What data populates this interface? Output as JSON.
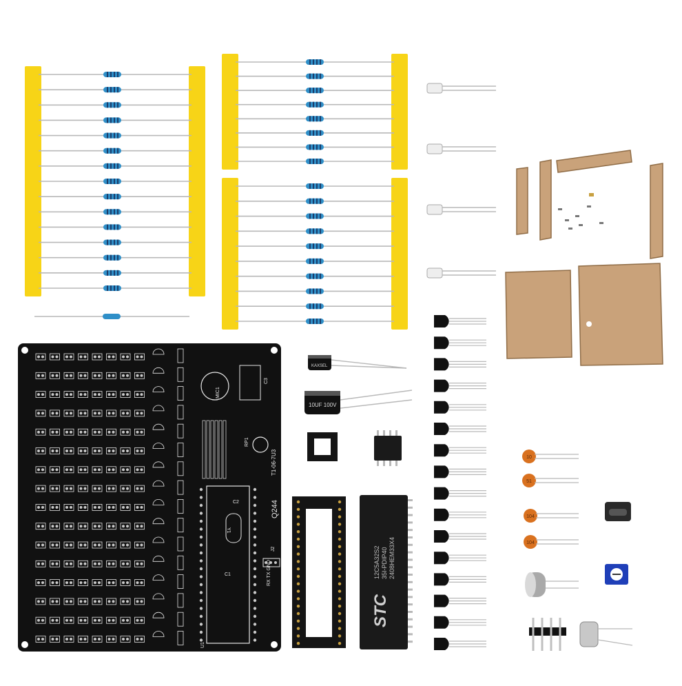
{
  "scene": {
    "description_free": true,
    "background": "#ffffff"
  },
  "colors": {
    "tape": "#f7d417",
    "resistor_body": "#2f8fc8",
    "resistor_band": "#1a3d6b",
    "pcb": "#111111",
    "pcb_silk": "#e8e8e8",
    "pad": "#c9c9c9",
    "acrylic": "#c9a27a",
    "acrylic_edge": "#8f6c46",
    "lead": "#b8b8b8",
    "ceramic_cap": "#d9711f",
    "trimpot": "#1f3fb8",
    "chip": "#1a1a1a"
  },
  "pcb": {
    "silk_labels": {
      "date": "T1-06-7U3",
      "board_id": "Q244",
      "uart": "RX TX GND",
      "j2": "J2",
      "c1": "C1",
      "c2": "C2",
      "y1": "Y1",
      "c3": "C3",
      "rp1": "RP1",
      "mic": "MIC1",
      "u1": "U1"
    }
  },
  "parts": {
    "electrolytic_small_text": "KAXSEL",
    "electrolytic_large_text": "10UF 100V",
    "mcu_brand": "STC",
    "mcu_line1": "12C5A32S2",
    "mcu_line2": "35I-PDIP40",
    "mcu_line3": "2408HEM33X4",
    "cap_codes": [
      "10",
      "51",
      "104",
      "104"
    ]
  }
}
